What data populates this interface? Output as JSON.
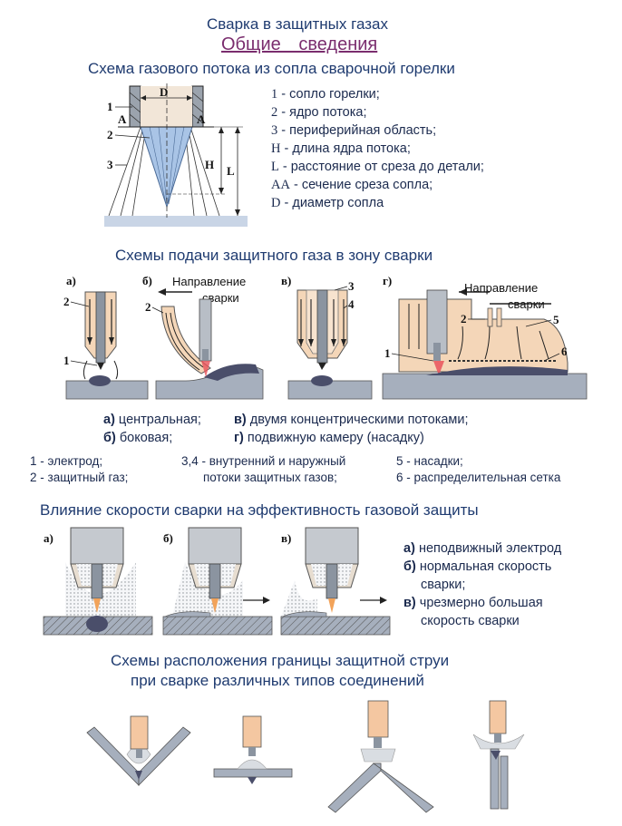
{
  "header": {
    "title": "Сварка в защитных газах",
    "subtitle": "Общие сведения"
  },
  "section1": {
    "heading": "Схема газового потока из сопла сварочной горелки",
    "diagram_labels": {
      "n1": "1",
      "n2": "2",
      "n3": "3",
      "D": "D",
      "A_left": "A",
      "A_right": "A",
      "H": "H",
      "L": "L"
    },
    "legend": [
      {
        "key": "1",
        "text": " - сопло горелки;"
      },
      {
        "key": "2",
        "text": " - ядро потока;"
      },
      {
        "key": "3",
        "text": " - периферийная область;"
      },
      {
        "key": "H",
        "text": " - длина ядра потока;"
      },
      {
        "key": "L",
        "text": " - расстояние от среза до детали;"
      },
      {
        "key": "AA",
        "text": " - сечение среза сопла;"
      },
      {
        "key": "D",
        "text": " - диаметр сопла"
      }
    ]
  },
  "section2": {
    "heading": "Схемы подачи защитного газа в зону сварки",
    "fig_labels": {
      "a": "а)",
      "b": "б)",
      "v": "в)",
      "g": "г)"
    },
    "direction_label_b": [
      "Направление",
      "сварки"
    ],
    "direction_label_g": [
      "Направление",
      "сварки"
    ],
    "nums": {
      "a1": "1",
      "a2": "2",
      "b2": "2",
      "v3": "3",
      "v4": "4",
      "g1": "1",
      "g2": "2",
      "g5": "5",
      "g6": "6"
    },
    "types": [
      {
        "key": "а)",
        "text": " центральная;"
      },
      {
        "key": "в)",
        "text": " двумя концентрическими потоками;"
      },
      {
        "key": "б)",
        "text": " боковая;"
      },
      {
        "key": "г)",
        "text": " подвижную камеру (насадку)"
      }
    ],
    "legend": {
      "c1r1": "1 - электрод;",
      "c1r2": "2 - защитный газ;",
      "c2r1": "3,4 - внутренний и наружный",
      "c2r2": "потоки защитных газов;",
      "c3r1": "5 - насадки;",
      "c3r2": "6 - распределительная сетка"
    }
  },
  "section3": {
    "heading": "Влияние скорости сварки на эффективность газовой защиты",
    "fig_labels": {
      "a": "а)",
      "b": "б)",
      "v": "в)"
    },
    "legend": [
      {
        "key": "а)",
        "lines": [
          "неподвижный электрод"
        ]
      },
      {
        "key": "б)",
        "lines": [
          "нормальная скорость",
          "сварки;"
        ]
      },
      {
        "key": "в)",
        "lines": [
          "чрезмерно большая",
          "скорость сварки"
        ]
      }
    ]
  },
  "section4": {
    "heading_line1": "Схемы расположения границы защитной струи",
    "heading_line2": "при сварке различных типов соединений"
  },
  "colors": {
    "heading": "#1f3b70",
    "subtitle": "#7a2d6e",
    "text": "#1b2a4e",
    "nozzle": "#c5c9cf",
    "nozzle_dark": "#7d848c",
    "core": "#a9c4e6",
    "electrode": "#f4c7a1",
    "base_metal": "#a6afbd",
    "arc": "#e9525a",
    "gas": "#ffe8d2"
  }
}
